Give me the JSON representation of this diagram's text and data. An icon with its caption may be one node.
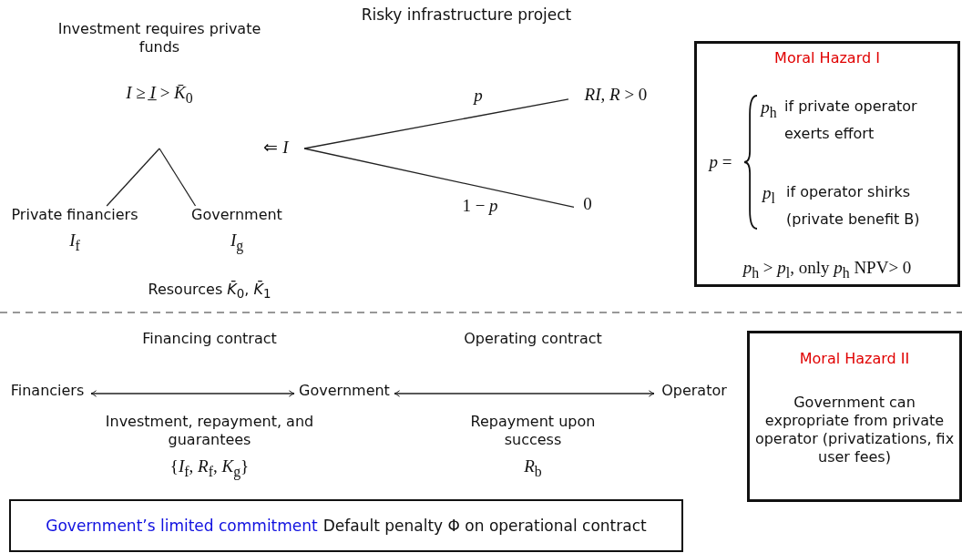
{
  "diagram": {
    "title": "Risky infrastructure project",
    "nodes": [
      {
        "text": [
          "Investment requires private funds",
          "*I* ≥ *I̲* > *K̄*$_{0}$"
        ]
      },
      {
        "text": [
          "Private financiers",
          "*I*$_{f}$"
        ]
      },
      {
        "text": [
          "Government",
          "*I*$_{g}$"
        ]
      },
      {
        "text": [
          "⇐ *I*"
        ]
      },
      {
        "text": [
          "*RI*, *R* > 0"
        ]
      },
      {
        "text": [
          "0"
        ]
      },
      {
        "text": [
          "Moral Hazard I",
          "*p* =",
          "*p*$_{h}$",
          "if private operator exerts effort",
          "*p*$_{l}$",
          "if operator shirks (private benefit B)",
          "*p*$_{h}$ > *p*$_{l}$, only *p*$_{h}$ NPV> 0"
        ]
      },
      {
        "text": [
          "Financiers"
        ]
      },
      {
        "text": [
          "Government"
        ]
      },
      {
        "text": [
          "Operator"
        ]
      },
      {
        "text": [
          "Moral Hazard II",
          "Government can expropriate from private operator (privatizations, fix user fees)"
        ]
      },
      {
        "text": [
          "Government’s limited commitment",
          "Default penalty Φ on operational contract"
        ]
      }
    ],
    "edges": [
      {
        "from": 0,
        "to": 1,
        "arrow": "none"
      },
      {
        "from": 0,
        "to": 2,
        "arrow": "none"
      },
      {
        "from": 3,
        "to": 4,
        "arrow": "none",
        "label": "*p*"
      },
      {
        "from": 3,
        "to": 5,
        "arrow": "none",
        "label": "1 − *p*"
      },
      {
        "from": 7,
        "to": 8,
        "arrow": "both",
        "label": "Financing contract"
      },
      {
        "from": 8,
        "to": 9,
        "arrow": "both",
        "label": "Operating contract"
      }
    ],
    "labels": [
      "Resources *K̄*$_{0}$, *K̄*$_{1}$",
      "Investment, repayment, and guarantees",
      "{*I*$_{f}$, *R*$_{f}$, *K*$_{g}$}",
      "Repayment upon success",
      "*R*$_{b}$"
    ]
  }
}
